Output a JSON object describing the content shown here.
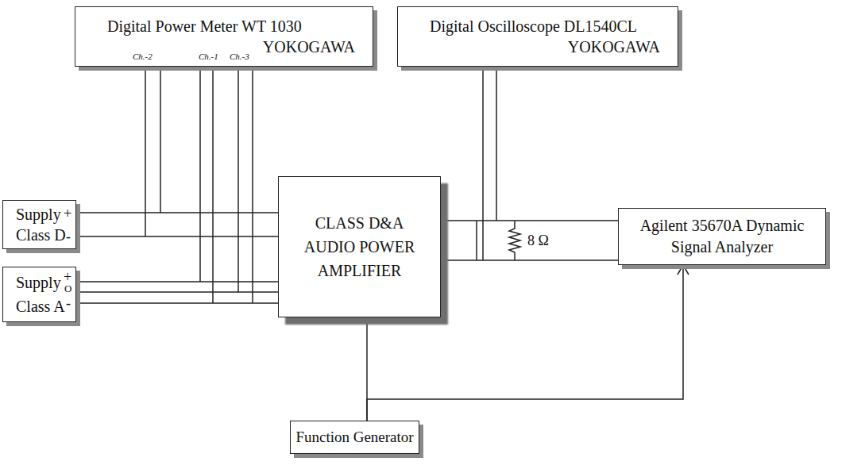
{
  "diagram": {
    "nodes": [
      {
        "text": [
          "Digital Power Meter WT 1030",
          "YOKOGAWA"
        ]
      },
      {
        "text": [
          "Digital Oscilloscope DL1540CL",
          "YOKOGAWA"
        ]
      },
      {
        "text": [
          "Supply",
          "Class D"
        ]
      },
      {
        "text": [
          "Supply",
          "Class A"
        ]
      },
      {
        "text": [
          "CLASS D&A AUDIO POWER AMPLIFIER"
        ]
      },
      {
        "text": [
          "Agilent 35670A Dynamic Signal Analyzer"
        ]
      },
      {
        "text": [
          "Function Generator"
        ]
      }
    ],
    "edges": [
      {
        "from": 2,
        "to": 4,
        "arrow": "none"
      },
      {
        "from": 3,
        "to": 4,
        "arrow": "none"
      },
      {
        "from": 0,
        "to": 2,
        "arrow": "none"
      },
      {
        "from": 0,
        "to": 3,
        "arrow": "none"
      },
      {
        "from": 1,
        "to": 4,
        "arrow": "none"
      },
      {
        "from": 4,
        "to": 5,
        "arrow": "none"
      },
      {
        "from": 6,
        "to": 4,
        "arrow": "none"
      },
      {
        "from": 6,
        "to": 5,
        "arrow": "to"
      }
    ],
    "labels": [
      "Ch.-2",
      "Ch.-1",
      "Ch.-3",
      "+",
      "-",
      "+",
      "O",
      "-",
      "8 Ω"
    ]
  }
}
